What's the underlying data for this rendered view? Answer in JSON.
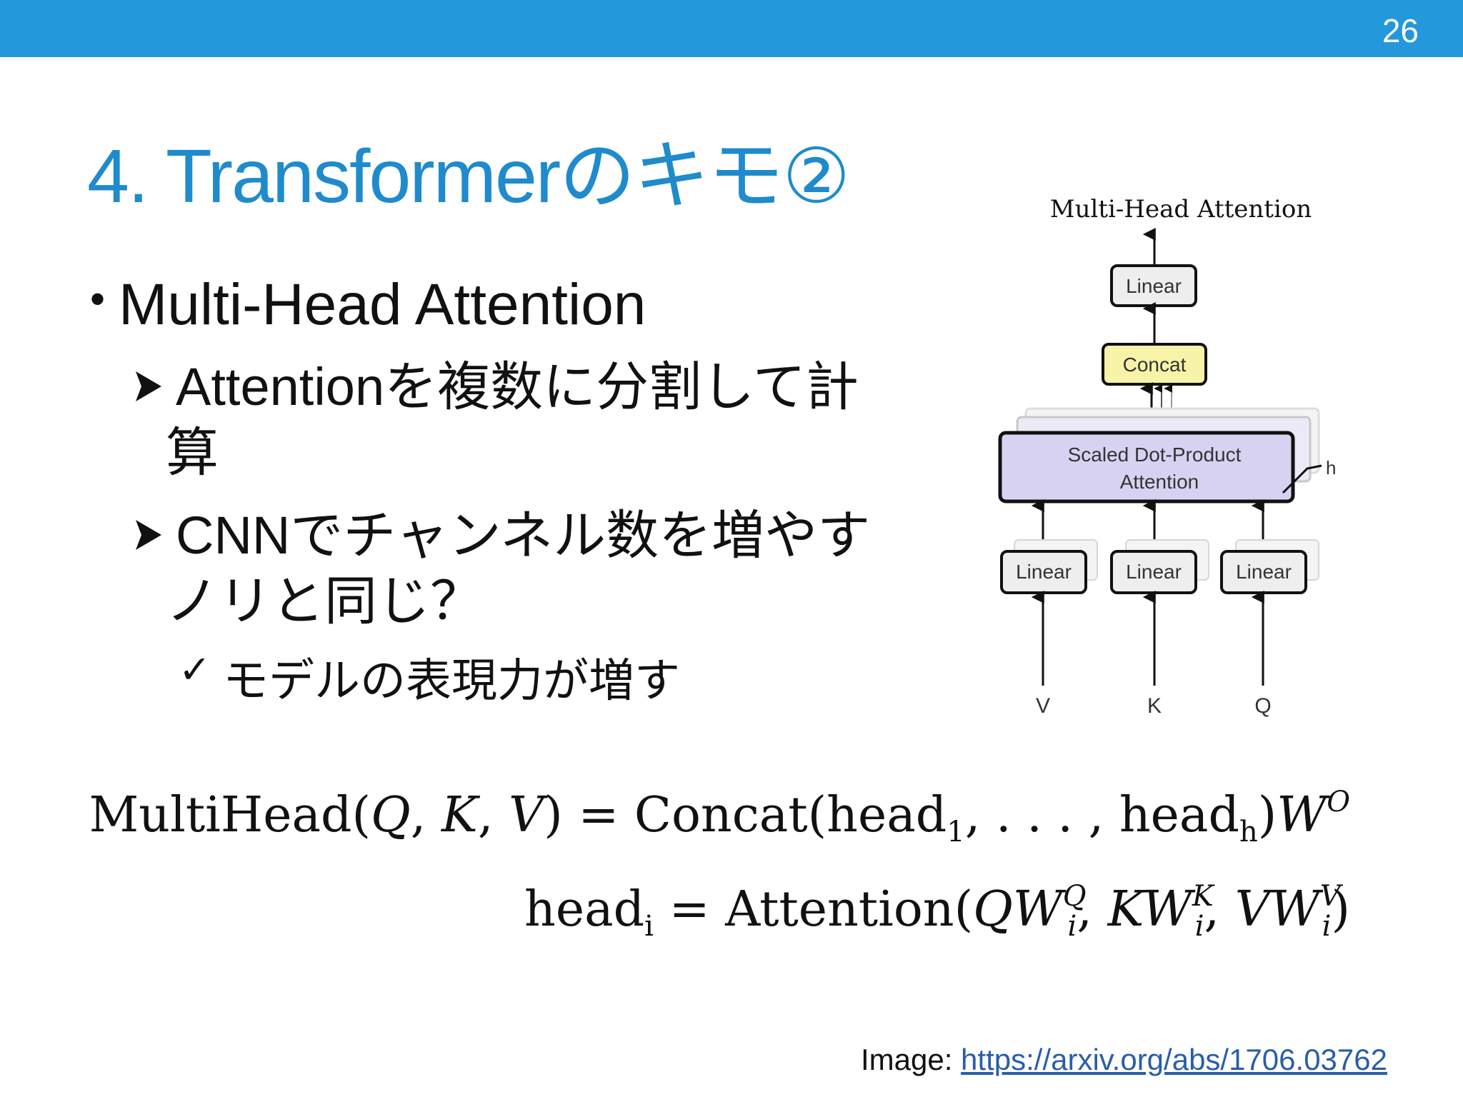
{
  "slide": {
    "page_number": "26",
    "title": "4. Transformerのキモ②",
    "bullet1": "Multi-Head Attention",
    "bullet_marker": "•",
    "sub1_line1": "Attentionを複数に分割して計",
    "sub1_line2": "算",
    "sub2_line1": "CNNでチャンネル数を増やす",
    "sub2_line2": "ノリと同じ？",
    "check_marker": "✓",
    "sub3": "モデルの表現力が増す"
  },
  "diagram": {
    "title": "Multi-Head Attention",
    "linear_top": "Linear",
    "concat": "Concat",
    "sdpa_line1": "Scaled Dot-Product",
    "sdpa_line2": "Attention",
    "h_label": "h",
    "linear_v": "Linear",
    "linear_k": "Linear",
    "linear_q": "Linear",
    "input_v": "V",
    "input_k": "K",
    "input_q": "Q",
    "colors": {
      "concat_fill": "#f7f3a8",
      "sdpa_fill": "#d8d2f2",
      "linear_fill": "#eeeeee"
    }
  },
  "equations": {
    "eq1_lhs": "MultiHead(",
    "eq1_q": "Q",
    "eq1_comma1": ", ",
    "eq1_k": "K",
    "eq1_comma2": ", ",
    "eq1_v": "V",
    "eq1_mid": ") = Concat(head",
    "eq1_sub1": "1",
    "eq1_dots": ", . . . , head",
    "eq1_subh": "h",
    "eq1_close": ")",
    "eq1_w": "W",
    "eq1_sup_o": "O",
    "eq2_head": "head",
    "eq2_sub_i": "i",
    "eq2_mid": " = Attention(",
    "eq2_qw": "QW",
    "eq2_sup_q": "Q",
    "eq2_sub_q": "i",
    "eq2_comma1": ", ",
    "eq2_kw": "KW",
    "eq2_sup_k": "K",
    "eq2_sub_k": "i",
    "eq2_comma2": ", ",
    "eq2_vw": "VW",
    "eq2_sup_v": "V",
    "eq2_sub_v": "i",
    "eq2_close": ")"
  },
  "credit": {
    "label": "Image: ",
    "link": "https://arxiv.org/abs/1706.03762"
  },
  "colors": {
    "top_bar": "#2398db",
    "title": "#1f8bcc",
    "link": "#2a5ea8"
  }
}
